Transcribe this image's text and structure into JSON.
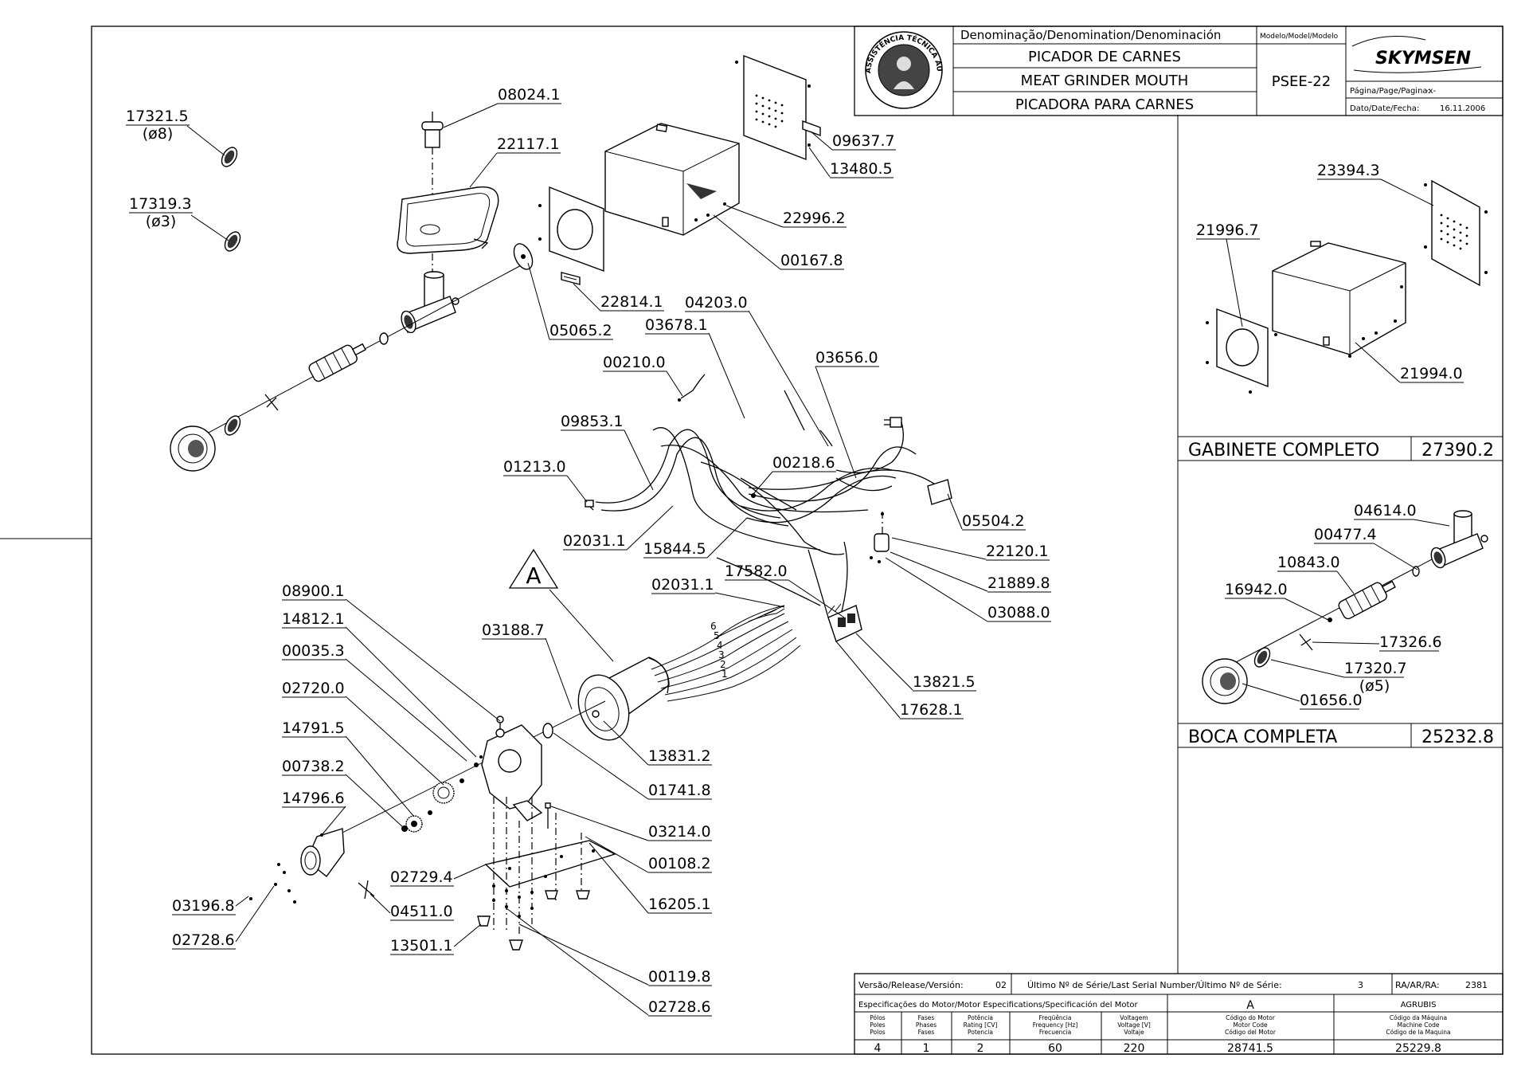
{
  "title_block": {
    "denomination_header": "Denominação/Denomination/Denominación",
    "model_header": "Modelo/Model/Modelo",
    "name_pt": "PICADOR DE CARNES",
    "name_en": "MEAT GRINDER MOUTH",
    "name_es": "PICADORA PARA CARNES",
    "model": "PSEE-22",
    "brand": "SKYMSEN",
    "page_label": "Página/Page/Pagina:",
    "page_value": "-x-",
    "date_label": "Dato/Date/Fecha:",
    "date_value": "16.11.2006",
    "stamp_text": "ASSISTÊNCIA TÉCNICA AUTORIZADA"
  },
  "parts": [
    {
      "id": "p1",
      "code": "17321.5",
      "sub": "(ø8)"
    },
    {
      "id": "p2",
      "code": "17319.3",
      "sub": "(ø3)"
    },
    {
      "id": "p3",
      "code": "08024.1"
    },
    {
      "id": "p4",
      "code": "22117.1"
    },
    {
      "id": "p5",
      "code": "09637.7"
    },
    {
      "id": "p6",
      "code": "13480.5"
    },
    {
      "id": "p7",
      "code": "22996.2"
    },
    {
      "id": "p8",
      "code": "00167.8"
    },
    {
      "id": "p9",
      "code": "22814.1"
    },
    {
      "id": "p10",
      "code": "05065.2"
    },
    {
      "id": "p11",
      "code": "04203.0"
    },
    {
      "id": "p12",
      "code": "03678.1"
    },
    {
      "id": "p13",
      "code": "00210.0"
    },
    {
      "id": "p14",
      "code": "03656.0"
    },
    {
      "id": "p15",
      "code": "09853.1"
    },
    {
      "id": "p16",
      "code": "00218.6"
    },
    {
      "id": "p17",
      "code": "01213.0"
    },
    {
      "id": "p18",
      "code": "05504.2"
    },
    {
      "id": "p19",
      "code": "02031.1"
    },
    {
      "id": "p20",
      "code": "15844.5"
    },
    {
      "id": "p21",
      "code": "22120.1"
    },
    {
      "id": "p22",
      "code": "17582.0"
    },
    {
      "id": "p23",
      "code": "21889.8"
    },
    {
      "id": "p24",
      "code": "02031.1"
    },
    {
      "id": "p25",
      "code": "03088.0"
    },
    {
      "id": "p26",
      "code": "08900.1"
    },
    {
      "id": "p27",
      "code": "14812.1"
    },
    {
      "id": "p28",
      "code": "03188.7"
    },
    {
      "id": "p29",
      "code": "00035.3"
    },
    {
      "id": "p30",
      "code": "13821.5"
    },
    {
      "id": "p31",
      "code": "17628.1"
    },
    {
      "id": "p32",
      "code": "02720.0"
    },
    {
      "id": "p33",
      "code": "13831.2"
    },
    {
      "id": "p34",
      "code": "14791.5"
    },
    {
      "id": "p35",
      "code": "01741.8"
    },
    {
      "id": "p36",
      "code": "00738.2"
    },
    {
      "id": "p37",
      "code": "14796.6"
    },
    {
      "id": "p38",
      "code": "03214.0"
    },
    {
      "id": "p39",
      "code": "00108.2"
    },
    {
      "id": "p40",
      "code": "02729.4"
    },
    {
      "id": "p41",
      "code": "16205.1"
    },
    {
      "id": "p42",
      "code": "03196.8"
    },
    {
      "id": "p43",
      "code": "04511.0"
    },
    {
      "id": "p44",
      "code": "02728.6"
    },
    {
      "id": "p45",
      "code": "13501.1"
    },
    {
      "id": "p46",
      "code": "00119.8"
    },
    {
      "id": "p47",
      "code": "02728.6"
    }
  ],
  "callout_letter": "A",
  "wire_numbers": [
    "6",
    "5",
    "4",
    "3",
    "2",
    "1"
  ],
  "gabinete": {
    "parts": [
      {
        "id": "g1",
        "code": "23394.3"
      },
      {
        "id": "g2",
        "code": "21996.7"
      },
      {
        "id": "g3",
        "code": "21994.0"
      }
    ],
    "label": "GABINETE COMPLETO",
    "code": "27390.2"
  },
  "boca": {
    "parts": [
      {
        "id": "b1",
        "code": "04614.0"
      },
      {
        "id": "b2",
        "code": "00477.4"
      },
      {
        "id": "b3",
        "code": "10843.0"
      },
      {
        "id": "b4",
        "code": "16942.0"
      },
      {
        "id": "b5",
        "code": "17326.6"
      },
      {
        "id": "b6",
        "code": "17320.7",
        "sub": "(ø5)"
      },
      {
        "id": "b7",
        "code": "01656.0"
      }
    ],
    "label": "BOCA COMPLETA",
    "code": "25232.8"
  },
  "spec_block": {
    "version_label": "Versão/Release/Versión:",
    "version_value": "02",
    "serial_label": "Último Nº de Série/Last Serial Number/Último Nº de Série:",
    "serial_value": "3",
    "ra_label": "RA/AR/RA:",
    "ra_value": "2381",
    "motor_spec_label": "Especificações do Motor/Motor Especifications/Specificación del Motor",
    "motor_letter": "A",
    "machine_name": "AGRUBIS",
    "col_headers": [
      [
        "Pólos",
        "Poles",
        "Polos"
      ],
      [
        "Fases",
        "Phases",
        "Fases"
      ],
      [
        "Potência",
        "Rating [CV]",
        "Potencia"
      ],
      [
        "Freqüência",
        "Frequency [Hz]",
        "Frecuencia"
      ],
      [
        "Voltagem",
        "Voltage [V]",
        "Voltaje"
      ],
      [
        "Código do Motor",
        "Motor Code",
        "Código del Motor"
      ],
      [
        "Código da Máquina",
        "Machine Code",
        "Código de la Maquina"
      ]
    ],
    "values": [
      "4",
      "1",
      "2",
      "60",
      "220",
      "28741.5",
      "25229.8"
    ]
  }
}
